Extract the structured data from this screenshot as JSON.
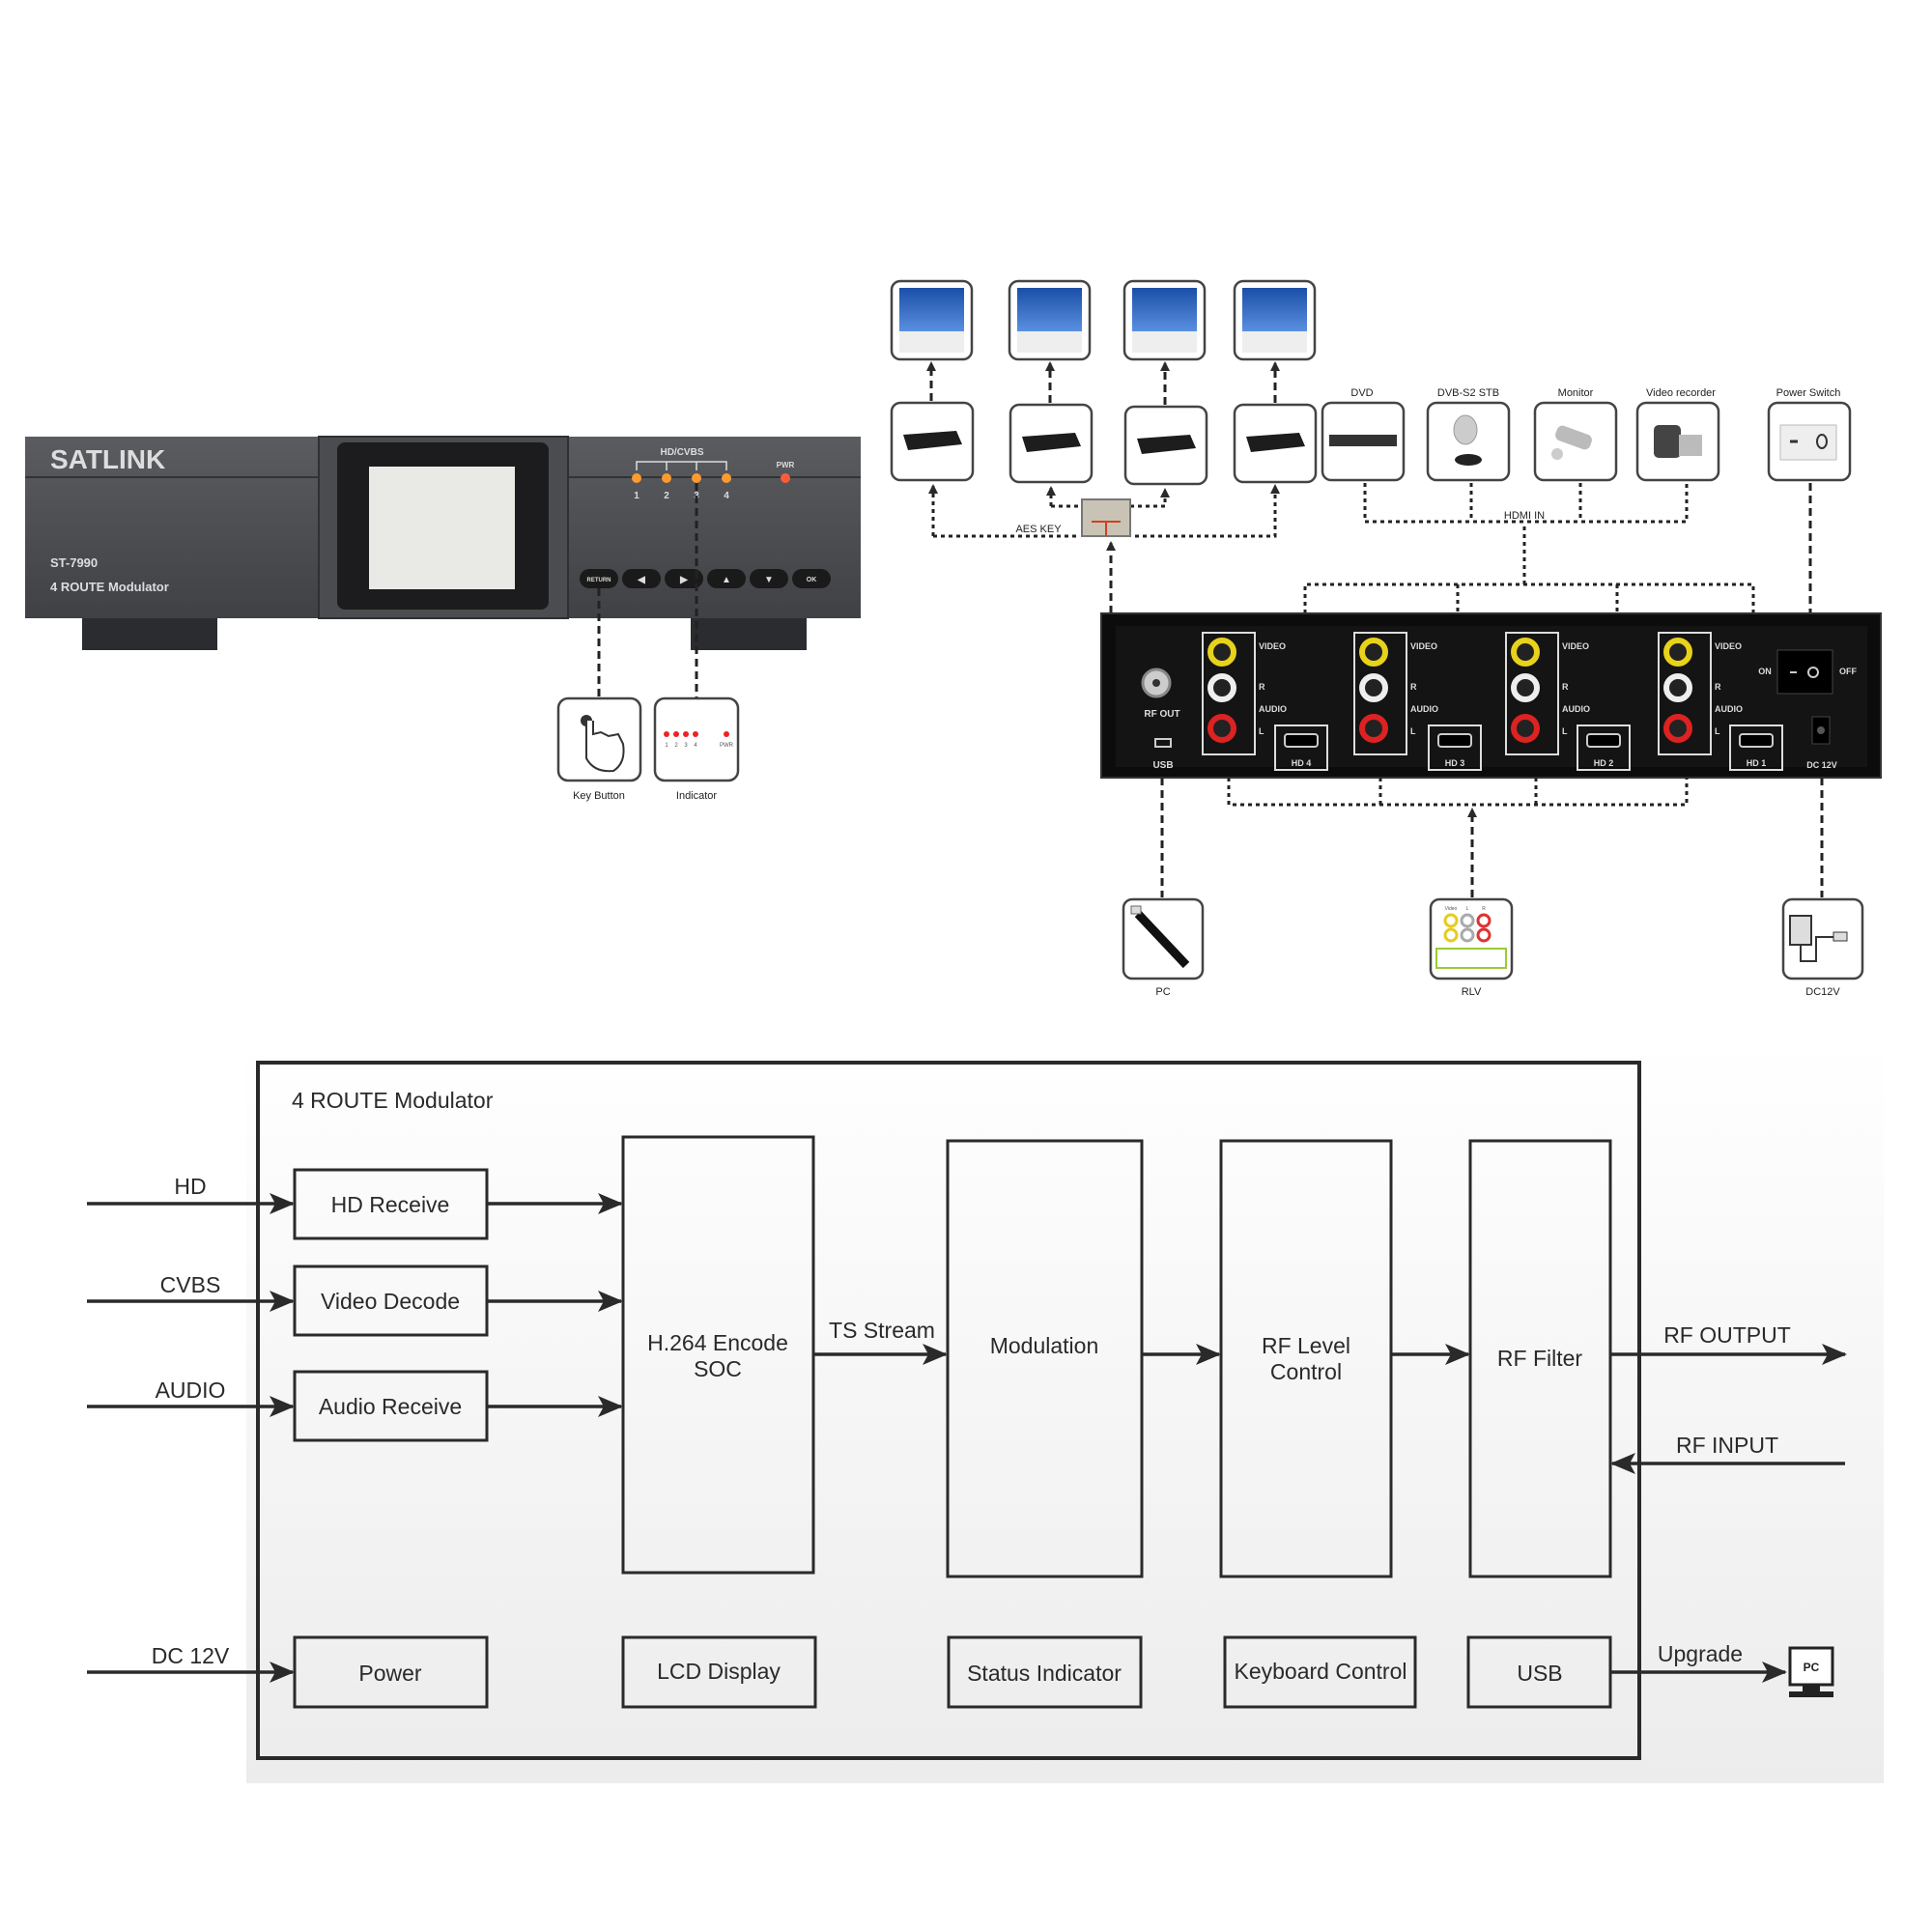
{
  "front_unit": {
    "brand": "SATLINK",
    "model": "ST-7990",
    "product": "4 ROUTE Modulator",
    "indicator_group_label": "HD/CVBS",
    "indicator_numbers": [
      "1",
      "2",
      "3",
      "4"
    ],
    "power_label": "PWR",
    "buttons": [
      "RETURN",
      "◀",
      "▶",
      "▲",
      "▼",
      "OK"
    ],
    "callouts": {
      "key_button": "Key Button",
      "indicator": "Indicator"
    },
    "indicator_card": {
      "numbers": [
        "1",
        "2",
        "3",
        "4"
      ],
      "pwr": "PWR"
    },
    "led_color": "#ff9a2e"
  },
  "connection_diagram": {
    "sources": [
      {
        "label": "DVD",
        "icon": "dvd-player-icon"
      },
      {
        "label": "DVB-S2 STB",
        "icon": "satellite-dish-icon"
      },
      {
        "label": "Monitor",
        "icon": "security-camera-icon"
      },
      {
        "label": "Video recorder",
        "icon": "camcorder-icon"
      },
      {
        "label": "Power Switch",
        "icon": "power-switch-icon"
      }
    ],
    "aes_key_label": "AES KEY",
    "hdmi_in_label": "HDMI IN",
    "rear_panel": {
      "rf_out": "RF OUT",
      "usb": "USB",
      "video": "VIDEO",
      "r": "R",
      "audio": "AUDIO",
      "l": "L",
      "hdmi_ports": [
        "HD 4",
        "HD 3",
        "HD 2",
        "HD 1"
      ],
      "on": "ON",
      "off": "OFF",
      "dc": "DC 12V"
    },
    "bottom_devices": [
      {
        "label": "PC",
        "icon": "usb-cable-icon"
      },
      {
        "label": "RLV",
        "icon": "rca-jacks-icon",
        "jack_labels": [
          "Video",
          "L",
          "R"
        ]
      },
      {
        "label": "DC12V",
        "icon": "power-adapter-icon"
      }
    ]
  },
  "block_diagram": {
    "title": "4 ROUTE Modulator",
    "inputs": [
      "HD",
      "CVBS",
      "AUDIO",
      "DC 12V"
    ],
    "front_blocks": [
      "HD Receive",
      "Video Decode",
      "Audio Receive"
    ],
    "encoder": [
      "H.264 Encode",
      "SOC"
    ],
    "ts_stream": "TS Stream",
    "modulation": "Modulation",
    "rf_level": [
      "RF Level",
      "Control"
    ],
    "rf_filter": "RF Filter",
    "rf_output": "RF OUTPUT",
    "rf_input": "RF INPUT",
    "bottom_blocks": [
      "Power",
      "LCD Display",
      "Status Indicator",
      "Keyboard Control",
      "USB"
    ],
    "upgrade": "Upgrade",
    "pc": "PC"
  }
}
